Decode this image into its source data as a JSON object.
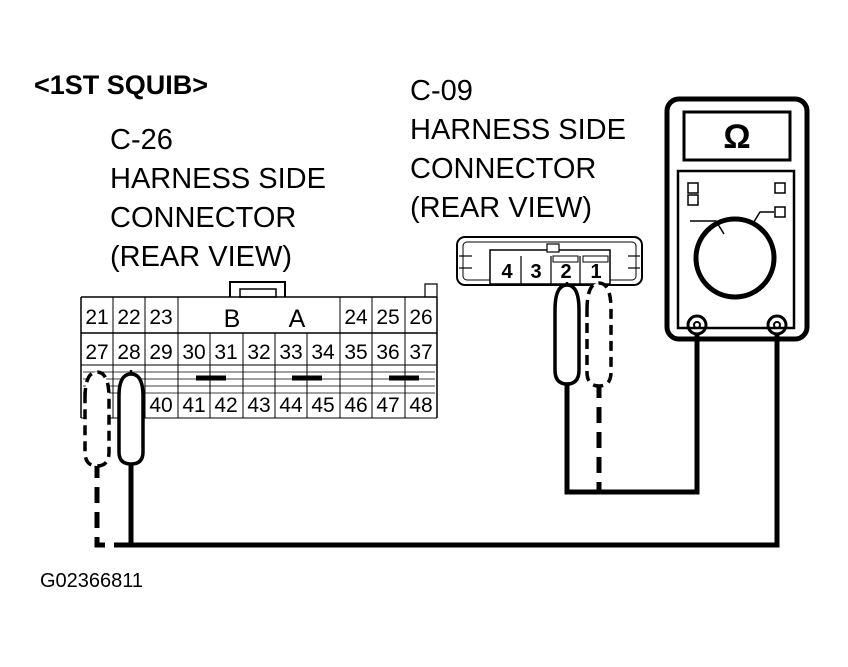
{
  "title": "<1ST SQUIB>",
  "c26": {
    "lines": [
      "C-26",
      "HARNESS SIDE",
      "CONNECTOR",
      "(REAR VIEW)"
    ],
    "row1_left": [
      "21",
      "22",
      "23"
    ],
    "key_b": "B",
    "key_a": "A",
    "row1_right": [
      "24",
      "25",
      "26"
    ],
    "row2": [
      "27",
      "28",
      "29",
      "30",
      "31",
      "32",
      "33",
      "34",
      "35",
      "36",
      "37"
    ],
    "row3": [
      "40",
      "41",
      "42",
      "43",
      "44",
      "45",
      "46",
      "47",
      "48"
    ]
  },
  "c09": {
    "lines": [
      "C-09",
      "HARNESS SIDE",
      "CONNECTOR",
      "(REAR VIEW)"
    ],
    "pins": [
      "4",
      "3",
      "2",
      "1"
    ]
  },
  "meter": {
    "symbol": "Ω"
  },
  "figure_id": "G02366811"
}
